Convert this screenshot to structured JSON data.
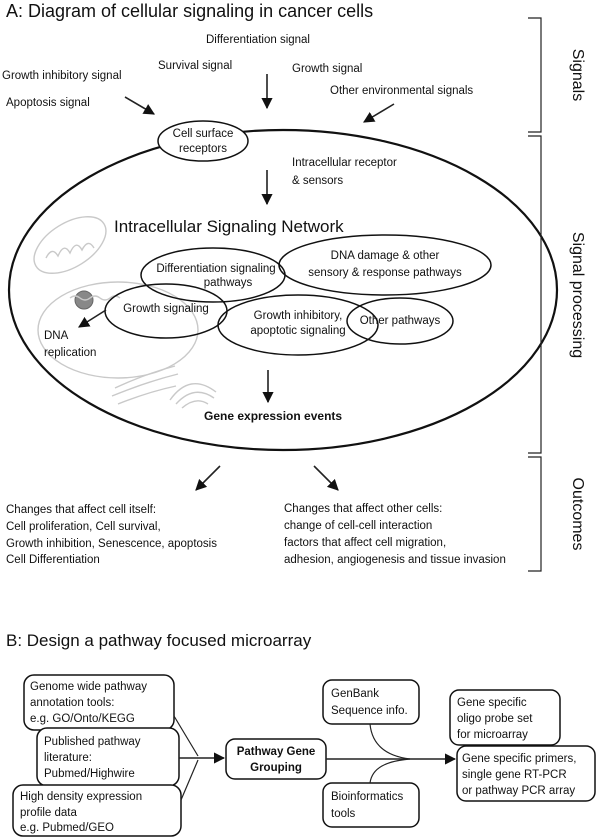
{
  "partA": {
    "title": "A: Diagram of cellular signaling in cancer cells",
    "signals": {
      "differentiation": "Differentiation signal",
      "survival": "Survival signal",
      "growth": "Growth signal",
      "growth_inhibitory": "Growth inhibitory signal",
      "apoptosis": "Apoptosis signal",
      "other_env": "Other environmental signals"
    },
    "receptors": [
      "Cell surface",
      "receptors"
    ],
    "intracellular_receptor": [
      "Intracellular receptor",
      "& sensors"
    ],
    "network_title": "Intracellular Signaling Network",
    "pathways": {
      "differentiation": [
        "Differentiation signaling",
        "pathways"
      ],
      "dna_damage": [
        "DNA damage & other",
        "sensory & response pathways"
      ],
      "growth": "Growth signaling",
      "growth_inhibitory": [
        "Growth inhibitory,",
        "apoptotic signaling"
      ],
      "other": "Other pathways"
    },
    "dna_replication": [
      "DNA",
      "replication"
    ],
    "gene_expression": "Gene expression events",
    "outcomes_self": [
      "Changes that affect cell itself:",
      "Cell proliferation, Cell survival,",
      "Growth inhibition, Senescence, apoptosis",
      "Cell Differentiation"
    ],
    "outcomes_other": [
      "Changes that affect other cells:",
      "change of cell-cell interaction",
      "factors that affect cell migration,",
      "adhesion, angiogenesis and tissue invasion"
    ],
    "side_labels": {
      "signals": "Signals",
      "processing": "Signal processing",
      "outcomes": "Outcomes"
    }
  },
  "partB": {
    "title": "B: Design a pathway focused microarray",
    "sources": {
      "genome": [
        "Genome wide pathway",
        "annotation tools:",
        "e.g. GO/Onto/KEGG"
      ],
      "literature": [
        "Published pathway",
        "literature:",
        "Pubmed/Highwire"
      ],
      "expression": [
        "High density expression",
        "profile data",
        "e.g. Pubmed/GEO"
      ]
    },
    "grouping": [
      "Pathway Gene",
      "Grouping"
    ],
    "genbank": [
      "GenBank",
      "Sequence info."
    ],
    "bioinformatics": [
      "Bioinformatics",
      "tools"
    ],
    "outputs": {
      "oligo": [
        "Gene specific",
        "oligo probe set",
        "for microarray"
      ],
      "primers": [
        "Gene specific primers,",
        "single gene RT-PCR",
        "or pathway PCR array"
      ]
    }
  }
}
